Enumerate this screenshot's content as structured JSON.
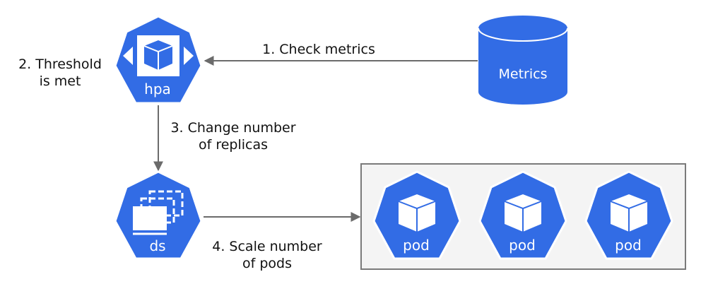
{
  "colors": {
    "node_blue": "#326ce5",
    "arrow": "#6b6b6b",
    "group_fill": "#f4f4f4",
    "group_stroke": "#7a7a7a",
    "text": "#111111",
    "icon_text": "#ffffff"
  },
  "nodes": {
    "hpa": {
      "label": "hpa",
      "icon": "hpa-scale-icon"
    },
    "ds": {
      "label": "ds",
      "icon": "daemonset-icon"
    },
    "metrics": {
      "label": "Metrics",
      "icon": "database-cylinder-icon"
    },
    "pods": [
      {
        "label": "pod",
        "icon": "pod-cube-icon"
      },
      {
        "label": "pod",
        "icon": "pod-cube-icon"
      },
      {
        "label": "pod",
        "icon": "pod-cube-icon"
      }
    ]
  },
  "edges": {
    "check_metrics": {
      "label": "1. Check metrics"
    },
    "change_replicas": {
      "line1": "3. Change number",
      "line2": "of replicas"
    },
    "scale_pods": {
      "line1": "4. Scale number",
      "line2": "of pods"
    }
  },
  "notes": {
    "threshold": {
      "line1": "2. Threshold",
      "line2": "is met"
    }
  }
}
